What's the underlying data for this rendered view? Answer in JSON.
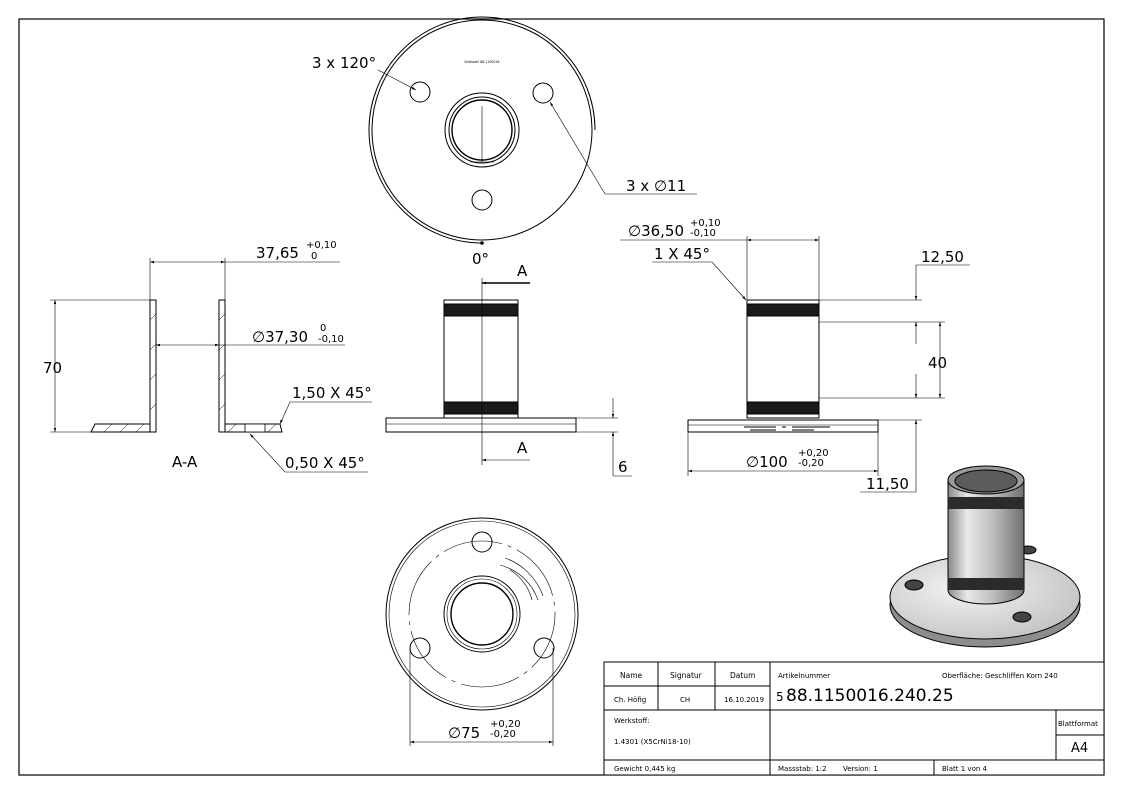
{
  "views": {
    "top": {
      "label_angle_count": "3 x 120°",
      "label_holes": "3 x ∅11",
      "label_zero": "0°",
      "engraving": "Edelstahl 88.1150016"
    },
    "section": {
      "dim_width": "37,65",
      "dim_width_tol_upper": "+0,10",
      "dim_width_tol_lower": "0",
      "dim_inner": "∅37,30",
      "dim_inner_tol_upper": "0",
      "dim_inner_tol_lower": "-0,10",
      "dim_height": "70",
      "chamfer_top": "1,50 X 45°",
      "chamfer_bottom": "0,50 X 45°",
      "section_label": "A-A"
    },
    "front": {
      "cut_marker_top": "A",
      "cut_marker_bottom": "A",
      "dim_plate": "6"
    },
    "side": {
      "dim_outer": "∅36,50",
      "dim_outer_tol_upper": "+0,10",
      "dim_outer_tol_lower": "-0,10",
      "chamfer": "1 X 45°",
      "dim_top_band": "12,50",
      "dim_between": "40",
      "dim_base": "∅100",
      "dim_base_tol_upper": "+0,20",
      "dim_base_tol_lower": "-0,20",
      "dim_bottom_band": "11,50"
    },
    "bottom": {
      "dim_bolt_circle": "∅75",
      "dim_bolt_circle_tol_upper": "+0,20",
      "dim_bolt_circle_tol_lower": "-0,20"
    }
  },
  "title_block": {
    "col_name": "Name",
    "col_signature": "Signatur",
    "col_date": "Datum",
    "name": "Ch. Höfig",
    "signature": "CH",
    "date": "16.10.2019",
    "article_label": "Artikelnummer",
    "article_number": "88.1150016.240.25",
    "article_prefix": "5",
    "surface": "Oberfläche:  Geschliffen Korn 240",
    "material_label": "Werkstoff:",
    "material": "1.4301 (X5CrNi18-10)",
    "sheet_format_label": "Blattformat",
    "sheet_format": "A4",
    "weight": "Gewicht 0,445 kg",
    "scale": "Massstab: 1:2",
    "version": "Version: 1",
    "sheet": "Blatt 1 von 4"
  }
}
